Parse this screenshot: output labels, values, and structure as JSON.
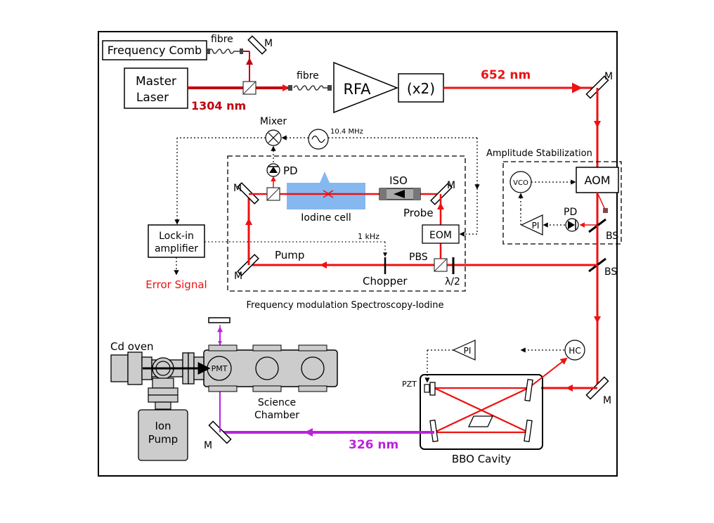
{
  "labels": {
    "frequency_comb": "Frequency Comb",
    "fibre_top": "fibre",
    "fibre_mid": "fibre",
    "master_laser_line1": "Master",
    "master_laser_line2": "Laser",
    "wavelength_1304": "1304 nm",
    "rfa": "RFA",
    "doubler": "(x2)",
    "wavelength_652": "652 nm",
    "wavelength_326": "326 nm",
    "mirror": "M",
    "mixer": "Mixer",
    "rf_freq": "10.4 MHz",
    "pd": "PD",
    "iso": "ISO",
    "iodine_cell": "Iodine cell",
    "probe": "Probe",
    "pump": "Pump",
    "eom": "EOM",
    "pbs": "PBS",
    "lock_in_line1": "Lock-in",
    "lock_in_line2": "amplifier",
    "chop_freq": "1 kHz",
    "error_signal": "Error Signal",
    "chopper": "Chopper",
    "half_wave": "λ/2",
    "fm_spectroscopy": "Frequency modulation Spectroscopy-Iodine",
    "amp_stab": "Amplitude Stabilization",
    "aom": "AOM",
    "vco": "VCO",
    "pi": "PI",
    "bs": "BS",
    "hc": "HC",
    "pzt": "PZT",
    "cd_oven": "Cd oven",
    "pmt": "PMT",
    "science_line1": "Science",
    "science_line2": "Chamber",
    "ion_pump_line1": "Ion",
    "ion_pump_line2": "Pump",
    "bbo_cavity": "BBO Cavity"
  },
  "colors": {
    "beam_1304": "#c0000e",
    "beam_652": "#ee1111",
    "beam_326": "#bb22dd",
    "iodine_cell": "#86b8f0",
    "error_signal": "#ee1111"
  }
}
